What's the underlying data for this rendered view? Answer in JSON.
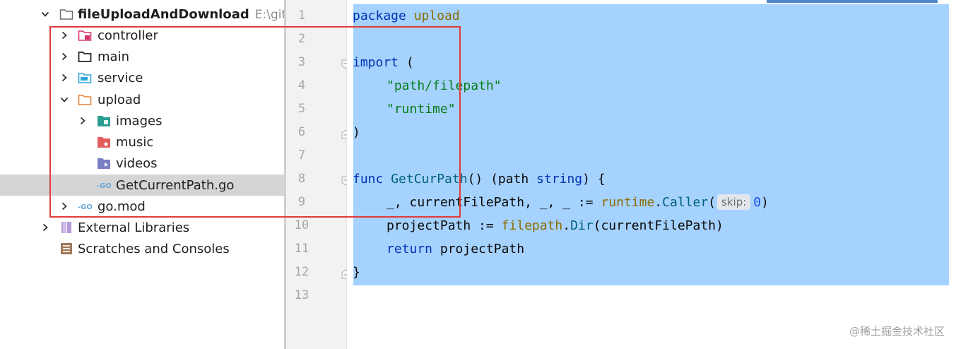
{
  "project_tree": {
    "root": {
      "name": "fileUploadAndDownload",
      "path_hint": "E:\\git_"
    },
    "items": [
      {
        "label": "controller",
        "icon": "folder-controller-icon"
      },
      {
        "label": "main",
        "icon": "folder-icon"
      },
      {
        "label": "service",
        "icon": "folder-service-icon"
      },
      {
        "label": "upload",
        "icon": "folder-upload-icon"
      },
      {
        "label": "images",
        "icon": "folder-images-icon"
      },
      {
        "label": "music",
        "icon": "folder-music-icon"
      },
      {
        "label": "videos",
        "icon": "folder-videos-icon"
      },
      {
        "label": "GetCurrentPath.go",
        "icon": "go-file-icon"
      },
      {
        "label": "go.mod",
        "icon": "go-mod-icon"
      },
      {
        "label": "External Libraries",
        "icon": "libraries-icon"
      },
      {
        "label": "Scratches and Consoles",
        "icon": "scratches-icon"
      }
    ]
  },
  "editor": {
    "line_numbers": [
      "1",
      "2",
      "3",
      "4",
      "5",
      "6",
      "7",
      "8",
      "9",
      "10",
      "11",
      "12",
      "13"
    ],
    "code": {
      "l1_kw": "package",
      "l1_name": "upload",
      "l3_kw": "import",
      "l3_paren": " (",
      "l4_str": "\"path/filepath\"",
      "l5_str": "\"runtime\"",
      "l6_paren": ")",
      "l8_kw": "func",
      "l8_name": "GetCurPath",
      "l8_rest_a": "() (path ",
      "l8_type": "string",
      "l8_rest_b": ") {",
      "l9_a": "_, currentFilePath, _, _ := ",
      "l9_pkg": "runtime",
      "l9_dot": ".",
      "l9_fn": "Caller",
      "l9_open": "(",
      "l9_hint": "skip:",
      "l9_num": "0",
      "l9_close": ")",
      "l10_a": "projectPath := ",
      "l10_pkg": "filepath",
      "l10_dot": ".",
      "l10_fn": "Dir",
      "l10_b": "(currentFilePath)",
      "l11_kw": "return",
      "l11_rest": " projectPath",
      "l12_brace": "}"
    }
  },
  "watermark": "@稀土掘金技术社区",
  "colors": {
    "selection": "#a6d2ff",
    "annotation_box": "#e23b3b",
    "keyword": "#0033b3",
    "string": "#067d17",
    "package": "#8c6c00",
    "function": "#00627a"
  }
}
